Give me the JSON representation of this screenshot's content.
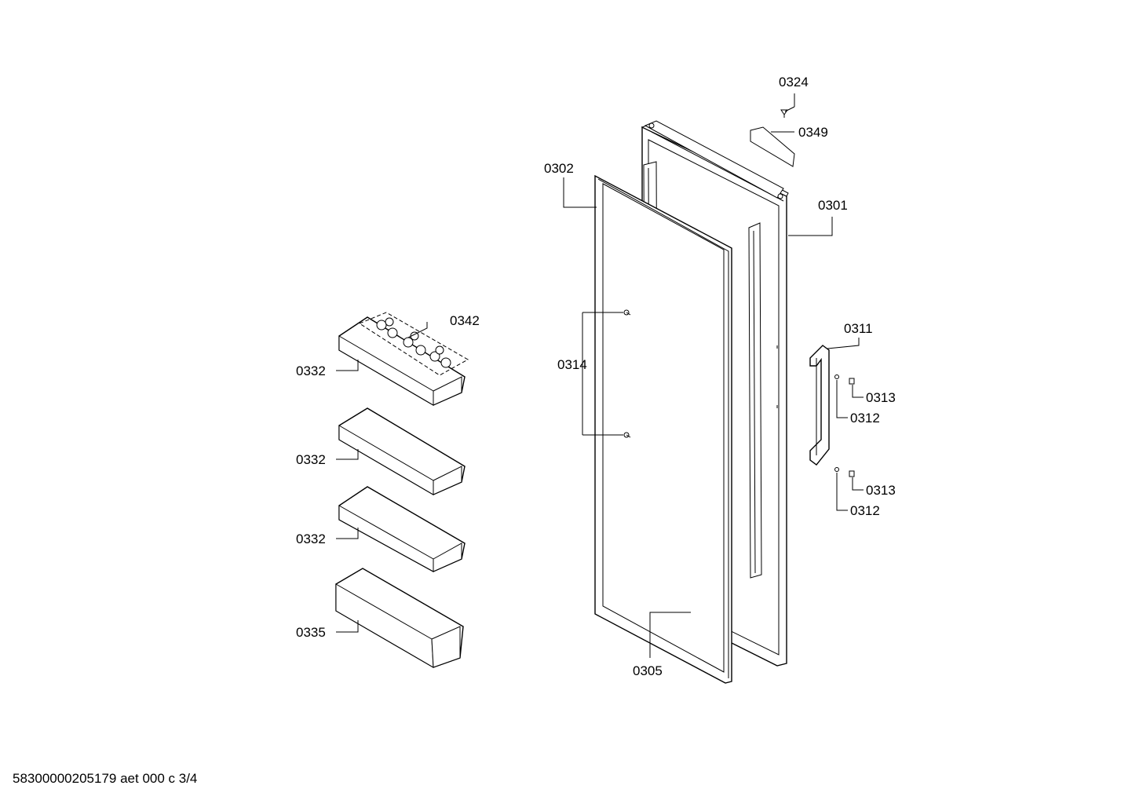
{
  "labels": {
    "l0324": "0324",
    "l0349": "0349",
    "l0302": "0302",
    "l0301": "0301",
    "l0342": "0342",
    "l0332a": "0332",
    "l0314": "0314",
    "l0311": "0311",
    "l0313a": "0313",
    "l0312a": "0312",
    "l0332b": "0332",
    "l0313b": "0313",
    "l0312b": "0312",
    "l0332c": "0332",
    "l0335": "0335",
    "l0305": "0305"
  },
  "footer": "58300000205179 aet 000 c 3/4"
}
